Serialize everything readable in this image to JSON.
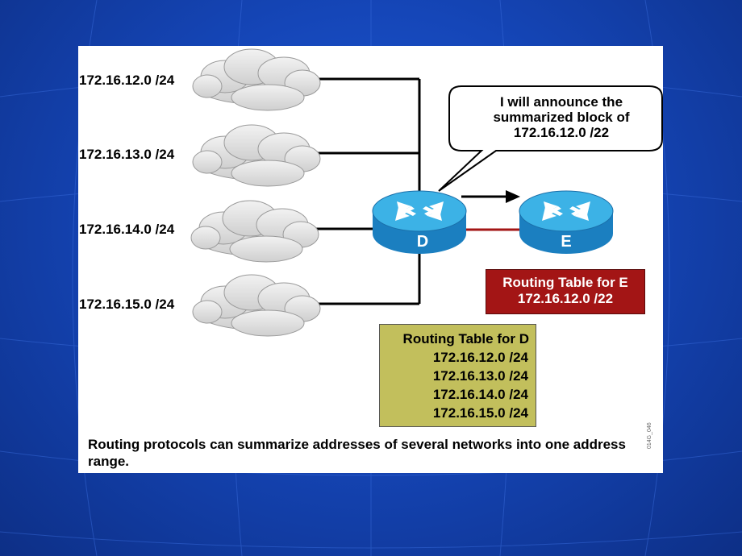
{
  "networks": [
    {
      "label": "172.16.12.0 /24"
    },
    {
      "label": "172.16.13.0 /24"
    },
    {
      "label": "172.16.14.0 /24"
    },
    {
      "label": "172.16.15.0 /24"
    }
  ],
  "callout": {
    "lines": [
      "I will announce the",
      "summarized block of",
      "172.16.12.0 /22"
    ]
  },
  "routers": {
    "d": {
      "label": "D"
    },
    "e": {
      "label": "E"
    }
  },
  "routing_table_e": {
    "title": "Routing Table for E",
    "entries": [
      "172.16.12.0 /22"
    ]
  },
  "routing_table_d": {
    "title": "Routing Table for D",
    "entries": [
      "172.16.12.0 /24",
      "172.16.13.0 /24",
      "172.16.14.0 /24",
      "172.16.15.0 /24"
    ]
  },
  "caption": "Routing protocols can summarize addresses of several networks into one address range.",
  "figure_code": "014G_046",
  "colors": {
    "slide_background": "#1546b8",
    "router_fill": "#1b9ad6",
    "routing_table_e": "#a31515",
    "routing_table_d": "#c2bf5c",
    "serial_link": "#a31515"
  }
}
